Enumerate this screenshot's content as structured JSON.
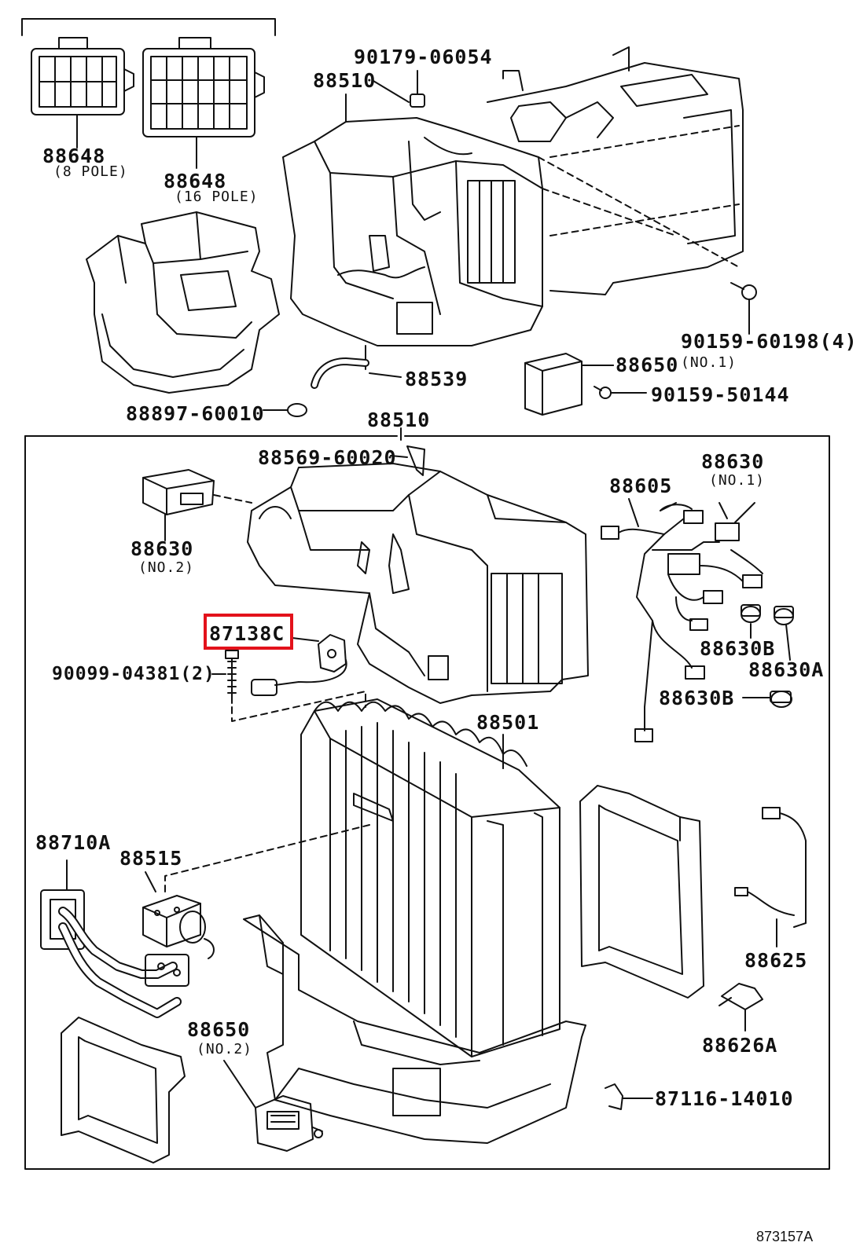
{
  "diagram_code": "873157A",
  "highlight_color": "#e3121b",
  "parts": [
    {
      "id": "p_88648_8",
      "number": "88648",
      "note": "(8 POLE)"
    },
    {
      "id": "p_88648_16",
      "number": "88648",
      "note": "(16 POLE)"
    },
    {
      "id": "p_90179",
      "number": "90179-06054"
    },
    {
      "id": "p_88510_top",
      "number": "88510"
    },
    {
      "id": "p_90159_60198",
      "number": "90159-60198(4)"
    },
    {
      "id": "p_88650_1",
      "number": "88650",
      "note": "(NO.1)"
    },
    {
      "id": "p_88539",
      "number": "88539"
    },
    {
      "id": "p_90159_50144",
      "number": "90159-50144"
    },
    {
      "id": "p_88897",
      "number": "88897-60010"
    },
    {
      "id": "p_88510_box",
      "number": "88510"
    },
    {
      "id": "p_88569",
      "number": "88569-60020"
    },
    {
      "id": "p_88630_1",
      "number": "88630",
      "note": "(NO.1)"
    },
    {
      "id": "p_88605",
      "number": "88605"
    },
    {
      "id": "p_88630_2",
      "number": "88630",
      "note": "(NO.2)"
    },
    {
      "id": "p_87138",
      "number": "87138C",
      "highlighted": true
    },
    {
      "id": "p_90099",
      "number": "90099-04381(2)"
    },
    {
      "id": "p_88630B_1",
      "number": "88630B"
    },
    {
      "id": "p_88630A",
      "number": "88630A"
    },
    {
      "id": "p_88630B_2",
      "number": "88630B"
    },
    {
      "id": "p_88501",
      "number": "88501"
    },
    {
      "id": "p_88710A",
      "number": "88710A"
    },
    {
      "id": "p_88515",
      "number": "88515"
    },
    {
      "id": "p_88625",
      "number": "88625"
    },
    {
      "id": "p_88650_2",
      "number": "88650",
      "note": "(NO.2)"
    },
    {
      "id": "p_88626A",
      "number": "88626A"
    },
    {
      "id": "p_87116",
      "number": "87116-14010"
    }
  ]
}
